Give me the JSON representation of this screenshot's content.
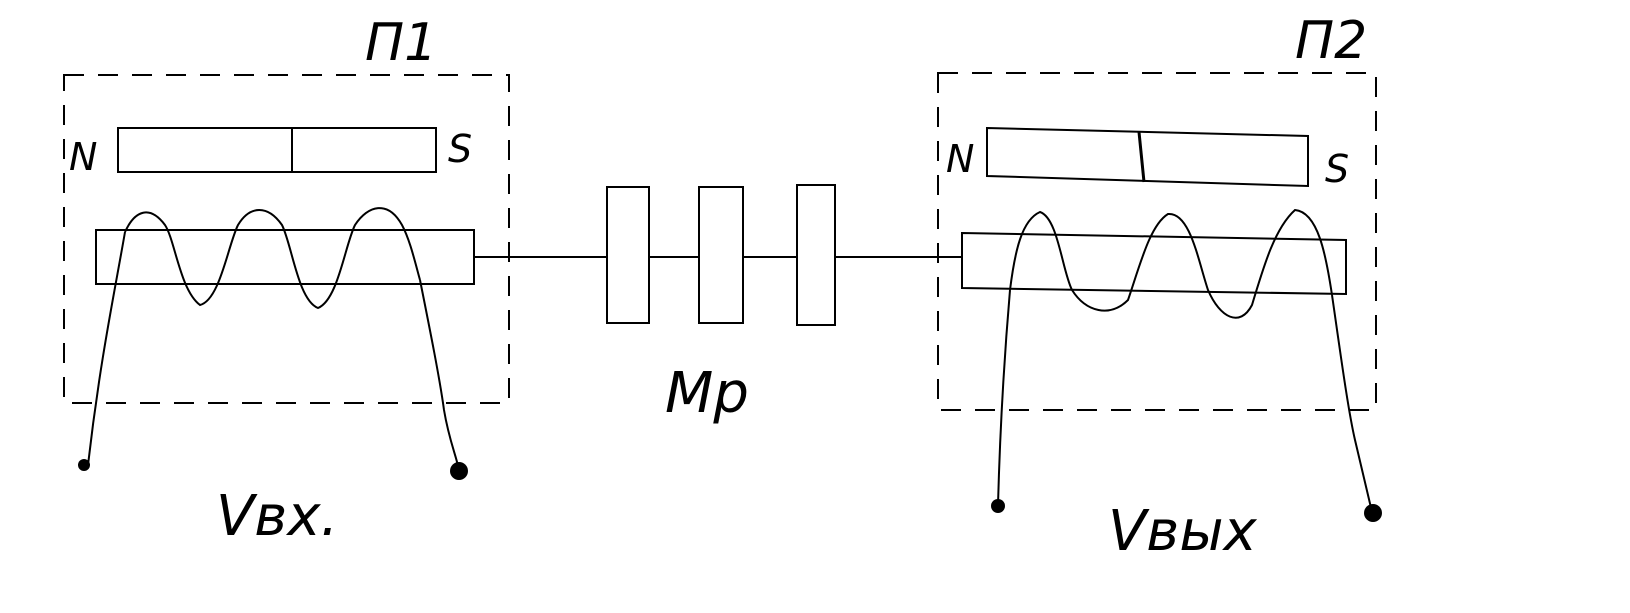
{
  "left_unit": {
    "title": "П1",
    "north_label": "N",
    "south_label": "S",
    "voltage_label": "Vвх."
  },
  "right_unit": {
    "title": "П2",
    "north_label": "N",
    "south_label": "S",
    "voltage_label": "Vвых"
  },
  "middle": {
    "label": "Мр"
  },
  "colors": {
    "ink": "#000000",
    "background": "#ffffff"
  }
}
